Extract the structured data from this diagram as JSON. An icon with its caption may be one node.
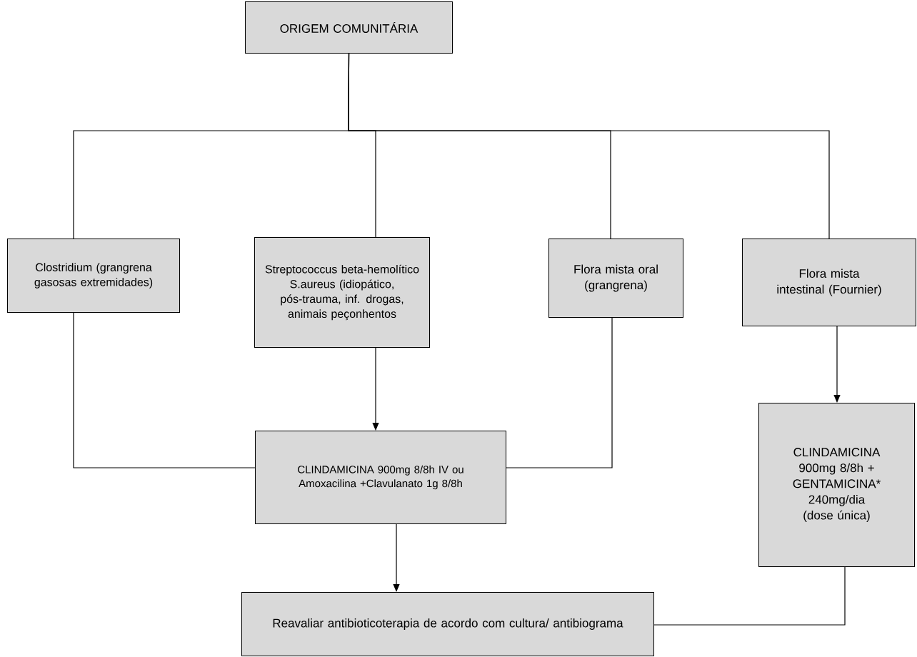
{
  "diagram": {
    "nodes": [
      {
        "text": [
          "ORIGEM COMUNITÁRIA"
        ]
      },
      {
        "text": [
          "Clostridium (grangrena gasosas extremidades)"
        ]
      },
      {
        "text": [
          "Streptococcus beta-hemolítico S.aureus (idiopático, pós-trauma, inf. drogas, animais peçonhentos"
        ]
      },
      {
        "text": [
          "Flora mista oral (grangrena)"
        ]
      },
      {
        "text": [
          "Flora mista intestinal (Fournier)"
        ]
      },
      {
        "text": [
          "CLINDAMICINA 900mg 8/8h IV ou Amoxacilina +Clavulanato 1g 8/8h"
        ]
      },
      {
        "text": [
          "CLINDAMICINA 900mg 8/8h + GENTAMICINA* 240mg/dia (dose única)"
        ]
      },
      {
        "text": [
          "Reavaliar antibioticoterapia de acordo com cultura/ antibiograma"
        ]
      }
    ],
    "edges": [
      {
        "from": 0,
        "to": 1,
        "arrow": "none"
      },
      {
        "from": 0,
        "to": 2,
        "arrow": "none"
      },
      {
        "from": 0,
        "to": 3,
        "arrow": "none"
      },
      {
        "from": 0,
        "to": 4,
        "arrow": "none"
      },
      {
        "from": 1,
        "to": 5,
        "arrow": "none"
      },
      {
        "from": 2,
        "to": 5,
        "arrow": "to"
      },
      {
        "from": 3,
        "to": 5,
        "arrow": "none"
      },
      {
        "from": 4,
        "to": 6,
        "arrow": "to"
      },
      {
        "from": 5,
        "to": 7,
        "arrow": "to"
      },
      {
        "from": 6,
        "to": 7,
        "arrow": "none"
      }
    ]
  }
}
